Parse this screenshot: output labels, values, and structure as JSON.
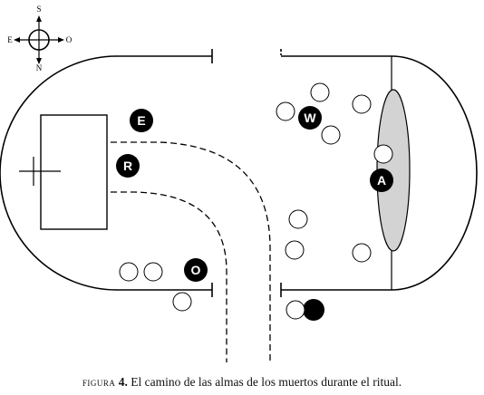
{
  "compass": {
    "top": "S",
    "left": "E",
    "right": "O",
    "bottom": "N"
  },
  "figure_markers": {
    "E": "E",
    "R": "R",
    "W": "W",
    "A": "A",
    "O": "O"
  },
  "caption": {
    "label": "figura",
    "number": "4.",
    "text": "El camino de las almas de los muertos durante el ritual."
  },
  "colors": {
    "ink": "#000000",
    "ellipse_fill": "#d3d3d3",
    "background": "#ffffff"
  }
}
